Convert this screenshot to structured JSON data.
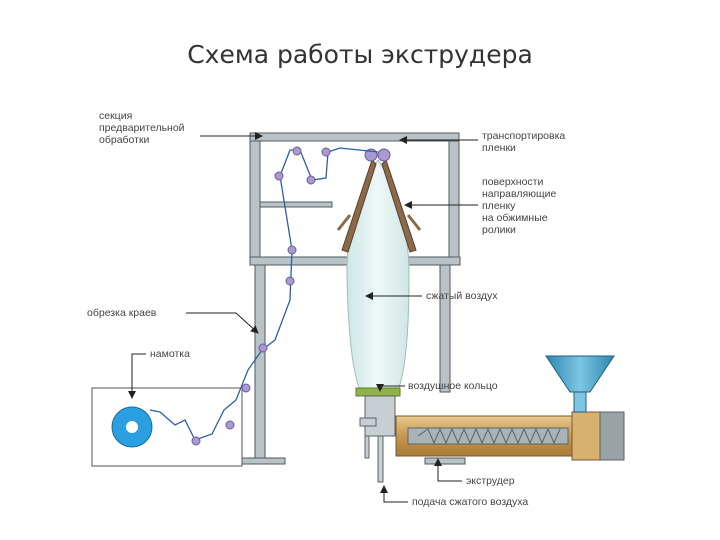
{
  "title": "Схема работы экструдера",
  "labels": {
    "pretreat_1": "секция",
    "pretreat_2": "предварительной",
    "pretreat_3": "обработки",
    "transport_1": "транспортировка",
    "transport_2": "пленки",
    "guide_1": "поверхности",
    "guide_2": "направляющие",
    "guide_3": "пленку",
    "guide_4": "на обжимные",
    "guide_5": "ролики",
    "edge_trim": "обрезка краев",
    "winding": "намотка",
    "compressed_air": "сжатый воздух",
    "air_ring": "воздушное кольцо",
    "extruder": "экструдер",
    "air_supply": "подача сжатого воздуха"
  },
  "colors": {
    "frame": "#b9c3c7",
    "frame_stroke": "#4f5a5f",
    "bubble": "#dff0f0",
    "film": "#2b5fa8",
    "roller": "#a99ad0",
    "reel_blue": "#2aa0e0",
    "hopper": "#3a9cc4",
    "extruder_body": "#c8a060",
    "air_ring": "#8fb34a"
  }
}
